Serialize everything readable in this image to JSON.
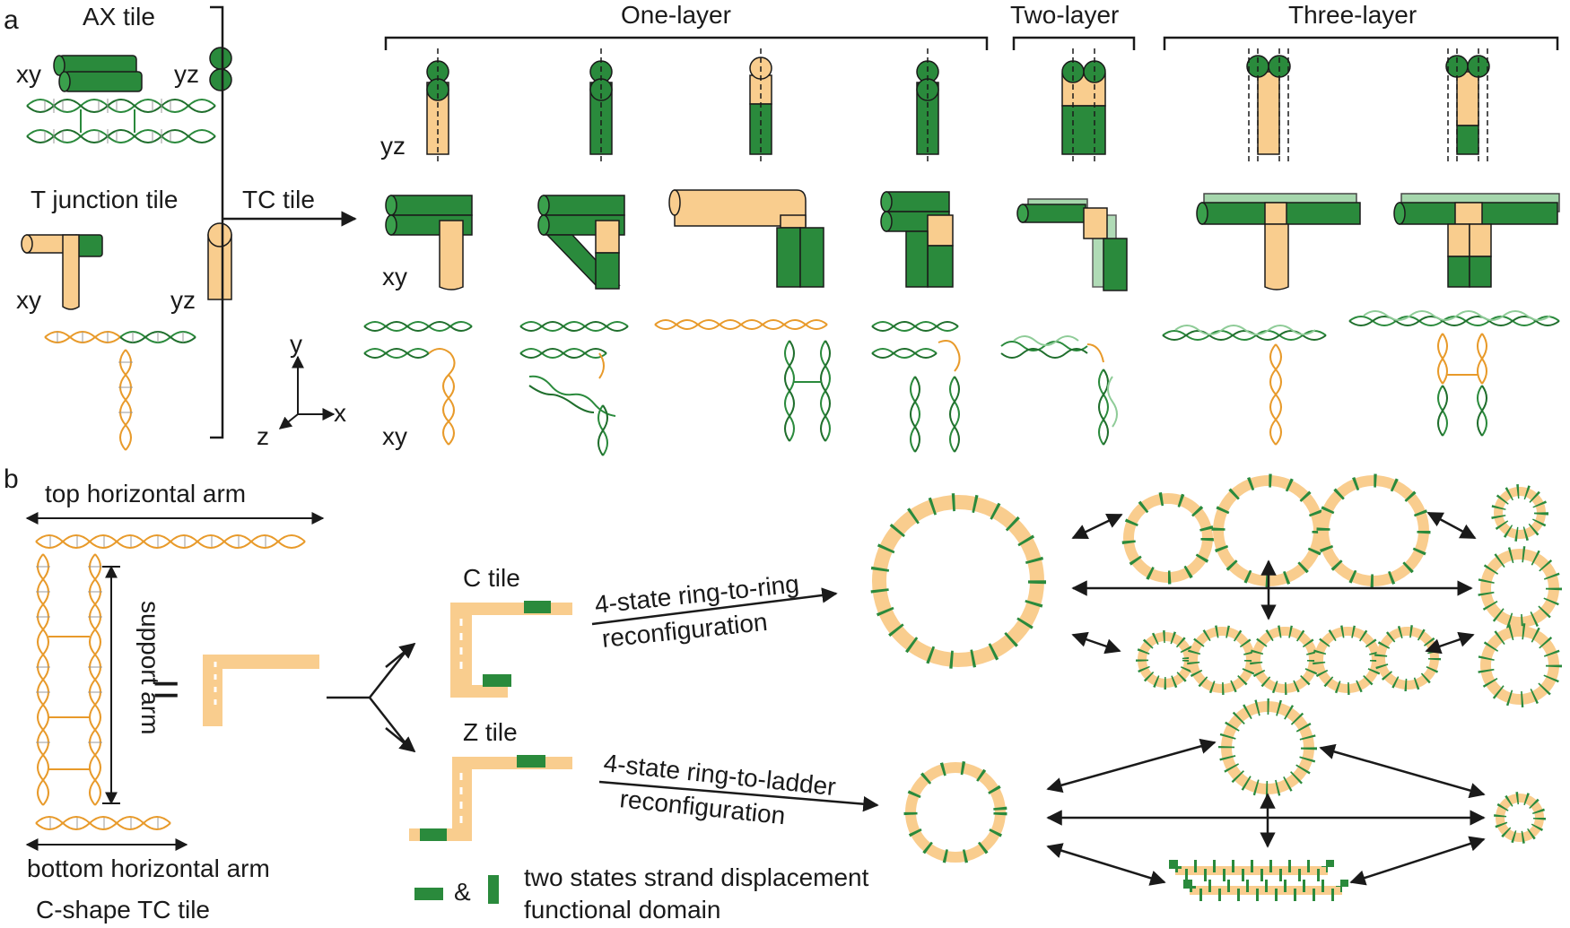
{
  "panel_a": {
    "letter": "a",
    "ax_tile": {
      "title": "AX tile",
      "xy": "xy",
      "yz": "yz"
    },
    "t_junction_tile": {
      "title": "T junction tile",
      "xy": "xy",
      "yz": "yz"
    },
    "tc_tile": "TC tile",
    "axes": {
      "x": "x",
      "y": "y",
      "z": "z"
    },
    "groups": {
      "one_layer": "One-layer",
      "two_layer": "Two-layer",
      "three_layer": "Three-layer"
    },
    "view_yz": "yz",
    "view_xy_top": "xy",
    "view_xy_bottom": "xy"
  },
  "panel_b": {
    "letter": "b",
    "top_arm": "top horizontal arm",
    "support_arm": "support arm",
    "bottom_arm": "bottom horizontal arm",
    "shape_label": "C-shape TC tile",
    "equals": "=",
    "c_tile": "C tile",
    "z_tile": "Z tile",
    "ring_ring_1": "4-state ring-to-ring",
    "ring_ring_2": "reconfiguration",
    "ring_ladder_1": "4-state ring-to-ladder",
    "ring_ladder_2": "reconfiguration",
    "legend_amp": "&",
    "legend_1": "two states strand displacement",
    "legend_2": "functional domain"
  },
  "colors": {
    "green": "#2a8a3c",
    "dark_green": "#1f6e2c",
    "orange": "#e89a2a",
    "tan": "#f9cd8e",
    "black": "#1a1a1a"
  }
}
